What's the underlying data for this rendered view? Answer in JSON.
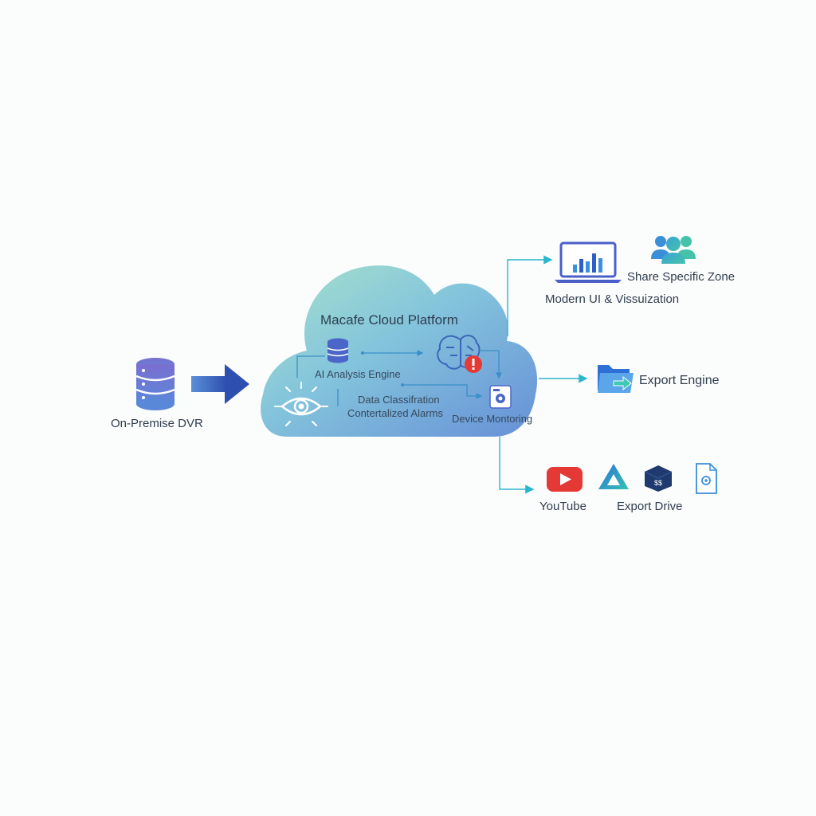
{
  "source": {
    "label": "On-Premise DVR",
    "icon": "database-stack-icon"
  },
  "cloud": {
    "title": "Macafe Cloud Platform",
    "modules": {
      "ai_engine": "AI Analysis Engine",
      "classification": "Data Classifration",
      "alarms": "Contertalized Alarms",
      "monitoring": "Device Montoring"
    },
    "icons": [
      "database-icon",
      "brain-icon",
      "alert-icon",
      "eye-icon",
      "gear-panel-icon"
    ]
  },
  "outputs": {
    "visualization": "Modern UI & Vissuization",
    "share": "Share Specific Zone",
    "export_engine": "Export Engine",
    "youtube": "YouTube",
    "export_drive": "Export Drive"
  },
  "colors": {
    "arrow": "#3a63c4",
    "connector": "#2bb6cf",
    "cloud_top": "#8fdcc4",
    "cloud_bottom": "#4f7fd6",
    "youtube": "#e53935",
    "alert": "#e53935"
  }
}
